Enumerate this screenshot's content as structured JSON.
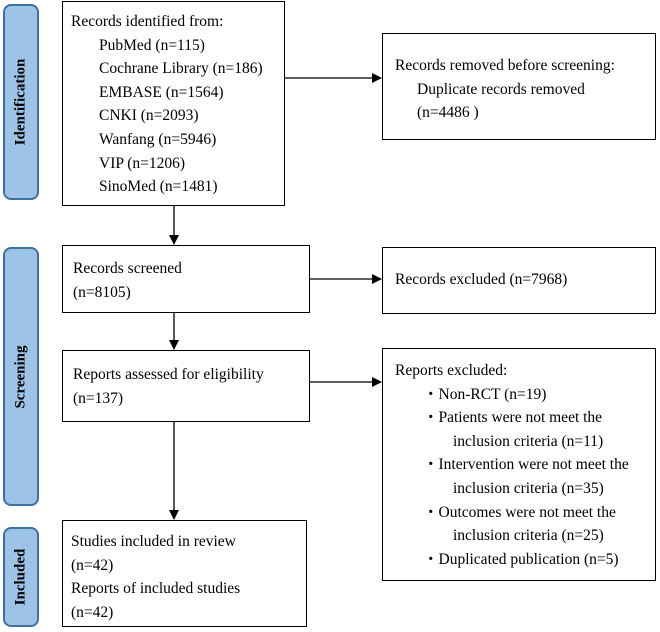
{
  "phases": {
    "identification": "Identification",
    "screening": "Screening",
    "included": "Included"
  },
  "identified": {
    "heading": "Records identified from:",
    "sources": [
      "PubMed (n=115)",
      "Cochrane Library (n=186)",
      "EMBASE (n=1564)",
      "CNKI (n=2093)",
      "Wanfang (n=5946)",
      "VIP (n=1206)",
      "SinoMed (n=1481)"
    ]
  },
  "removed": {
    "heading": "Records removed before screening:",
    "line1": "Duplicate records removed",
    "line2": "(n=4486 )"
  },
  "screened": {
    "line1": "Records screened",
    "line2": "(n=8105)"
  },
  "excluded_records": {
    "text": "Records excluded (n=7968)"
  },
  "assessed": {
    "line1": "Reports assessed for eligibility",
    "line2": "(n=137)"
  },
  "reports_excluded": {
    "heading": "Reports excluded:",
    "lines": [
      "・Non-RCT (n=19)",
      "・Patients were not meet the",
      "inclusion criteria (n=11)",
      "・Intervention were not meet the",
      "inclusion criteria (n=35)",
      "・Outcomes were not meet the",
      "inclusion criteria (n=25)",
      "・Duplicated publication (n=5)"
    ]
  },
  "included": {
    "line1": "Studies included in review",
    "line2": "(n=42)",
    "line3": "Reports of included studies",
    "line4": "(n=42)"
  }
}
